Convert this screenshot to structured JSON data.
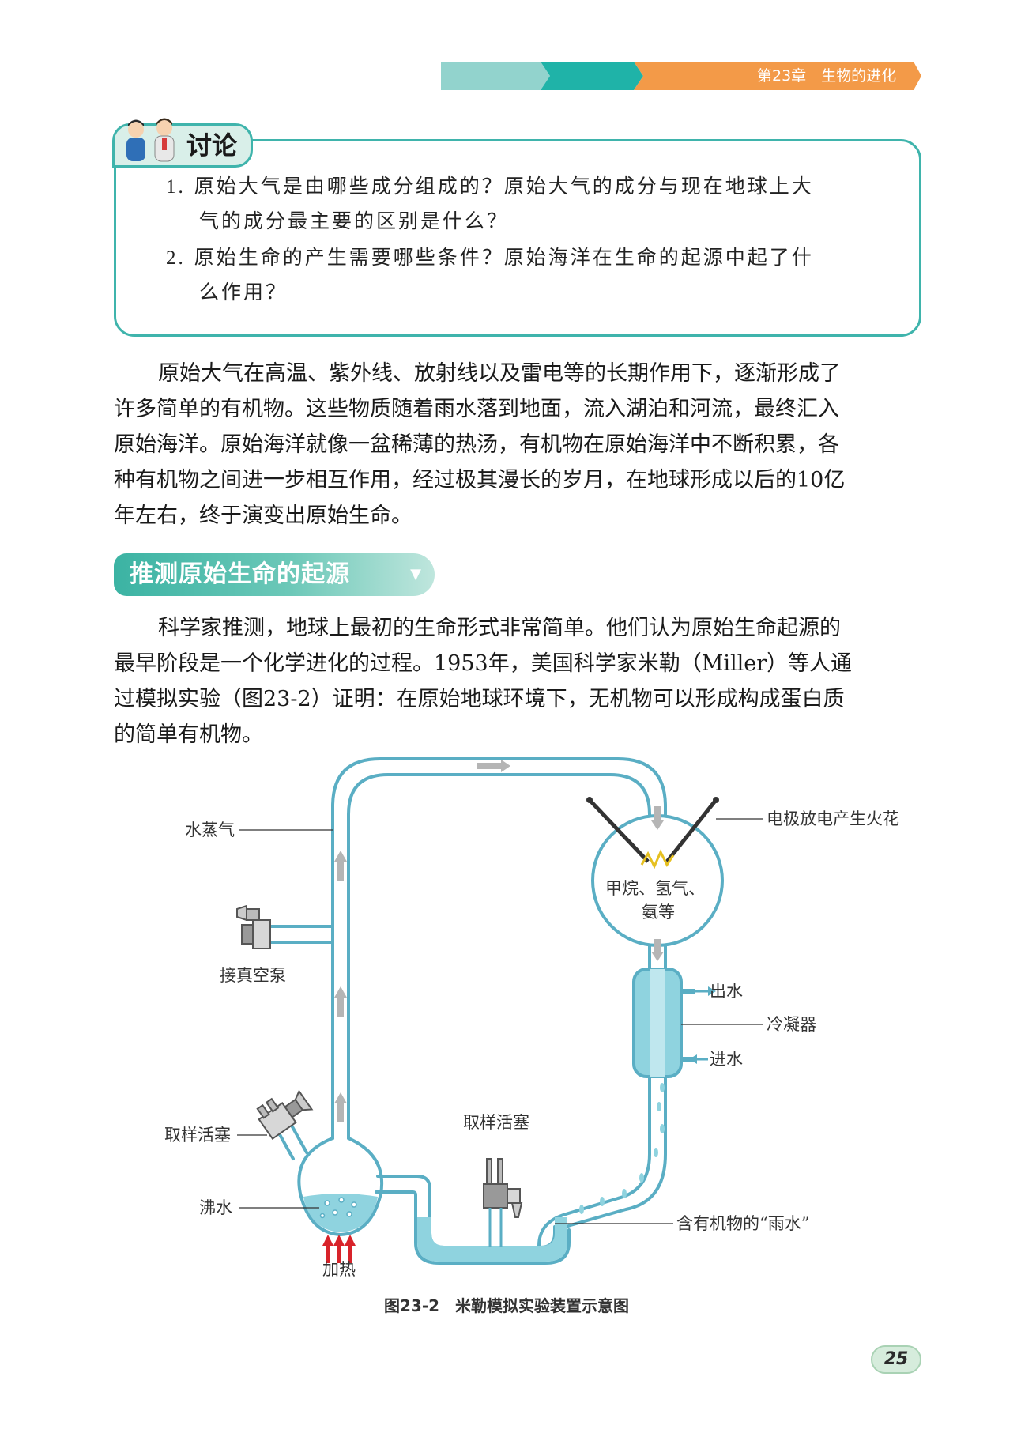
{
  "header": {
    "chapter": "第23章　生物的进化"
  },
  "discussion": {
    "title": "讨论",
    "questions": [
      {
        "number": "1.",
        "lines": [
          "原始大气是由哪些成分组成的？原始大气的成分与现在地球上大",
          "气的成分最主要的区别是什么？"
        ]
      },
      {
        "number": "2.",
        "lines": [
          "原始生命的产生需要哪些条件？原始海洋在生命的起源中起了什",
          "么作用？"
        ]
      }
    ]
  },
  "paragraph1": [
    "原始大气在高温、紫外线、放射线以及雷电等的长期作用下，逐渐形成了",
    "许多简单的有机物。这些物质随着雨水落到地面，流入湖泊和河流，最终汇入",
    "原始海洋。原始海洋就像一盆稀薄的热汤，有机物在原始海洋中不断积累，各",
    "种有机物之间进一步相互作用，经过极其漫长的岁月，在地球形成以后的10亿",
    "年左右，终于演变出原始生命。"
  ],
  "section": {
    "title": "推测原始生命的起源",
    "arrow": "▼"
  },
  "paragraph2": [
    "科学家推测，地球上最初的生命形式非常简单。他们认为原始生命起源的",
    "最早阶段是一个化学进化的过程。1953年，美国科学家米勒（Miller）等人通",
    "过模拟实验（图23-2）证明：在原始地球环境下，无机物可以形成构成蛋白质",
    "的简单有机物。"
  ],
  "figure": {
    "labels": {
      "steam": "水蒸气",
      "vacuum_pump": "接真空泵",
      "sampling_valve_left": "取样活塞",
      "boiling_water": "沸水",
      "heating": "加热",
      "sampling_valve_bottom": "取样活塞",
      "electrode": "电极放电产生火花",
      "gases_line1": "甲烷、氢气、",
      "gases_line2": "氨等",
      "water_out": "出水",
      "condenser": "冷凝器",
      "water_in": "进水",
      "rain": "含有机物的“雨水”"
    },
    "caption": "图23-2　米勒模拟实验装置示意图",
    "colors": {
      "tube": "#5aaec4",
      "water": "#8fd3df",
      "arrow": "#b5b5b5",
      "heat_arrow": "#d8232a"
    }
  },
  "page_number": "25"
}
